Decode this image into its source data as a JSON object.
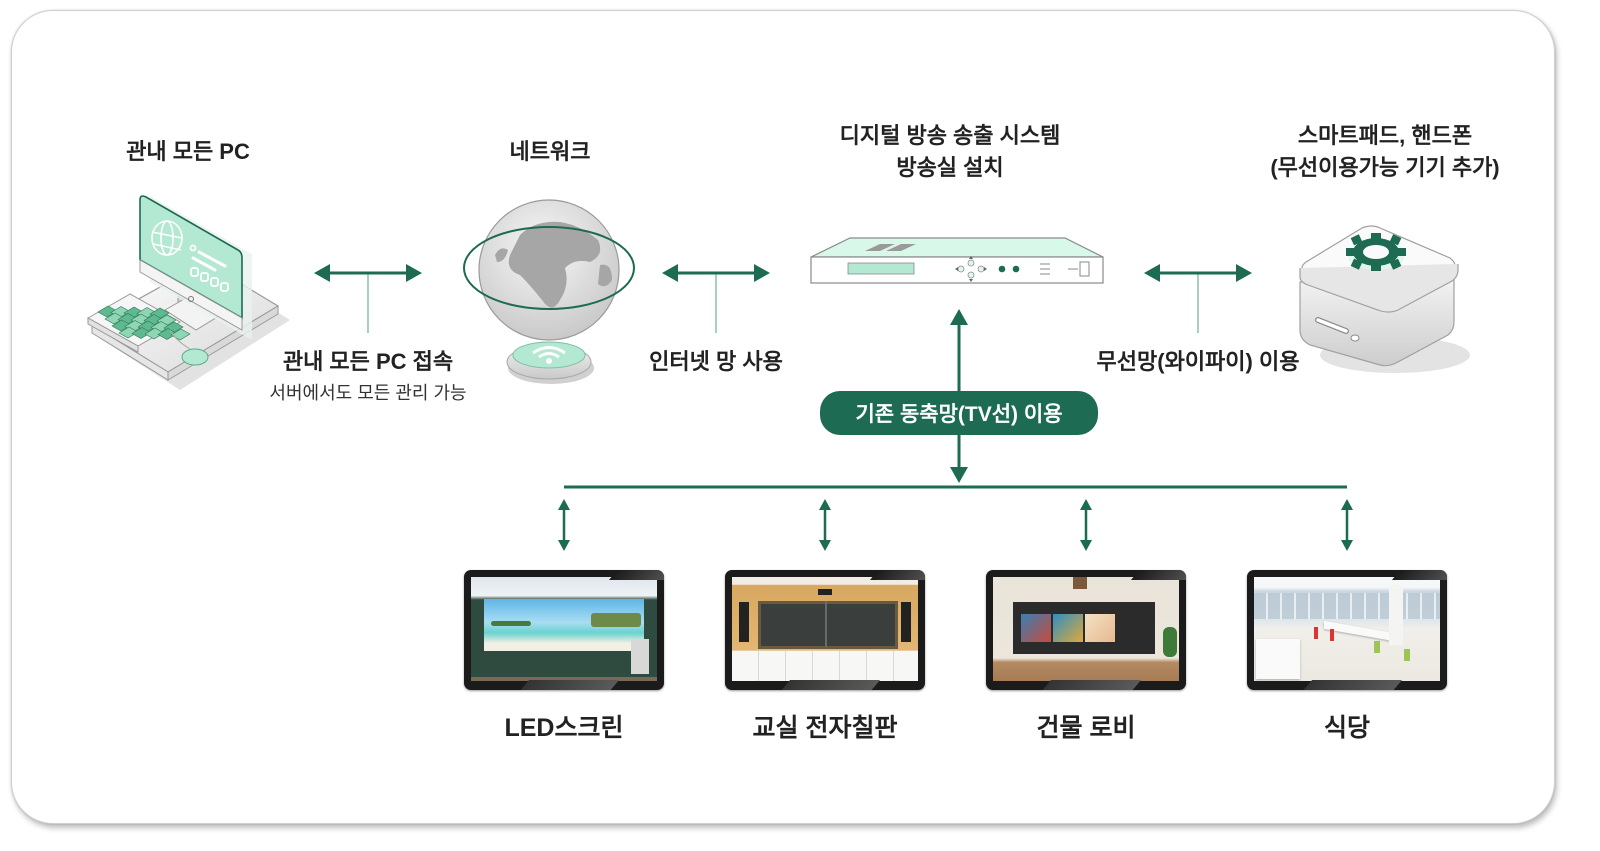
{
  "nodes": {
    "pc": {
      "title": "관내 모든 PC",
      "icon": "desktop-computer-icon"
    },
    "network": {
      "title": "네트워크",
      "icon": "globe-network-icon"
    },
    "broadcast": {
      "title_line1": "디지털 방송 송출 시스템",
      "title_line2": "방송실 설치",
      "icon": "broadcast-server-rack-icon"
    },
    "mobile": {
      "title_line1": "스마트패드, 핸드폰",
      "title_line2": "(무선이용가능 기기 추가)",
      "icon": "gear-device-icon"
    }
  },
  "connections": {
    "pc_network": {
      "label": "관내 모든 PC 접속",
      "sublabel": "서버에서도 모든 관리 가능"
    },
    "network_broadcast": {
      "label": "인터넷 망 사용"
    },
    "broadcast_mobile": {
      "label": "무선망(와이파이) 이용"
    },
    "coax": {
      "label": "기존 동축망(TV선) 이용"
    }
  },
  "outputs": [
    {
      "label": "LED스크린",
      "image": "led-screen-classroom-photo"
    },
    {
      "label": "교실 전자칠판",
      "image": "classroom-electronic-board-photo"
    },
    {
      "label": "건물 로비",
      "image": "building-lobby-display-photo"
    },
    {
      "label": "식당",
      "image": "cafeteria-photo"
    }
  ],
  "colors": {
    "accent": "#1d6b52",
    "accent_light": "#b3e8d2",
    "stem": "#a7cfc3",
    "border": "#cfcfcf"
  }
}
